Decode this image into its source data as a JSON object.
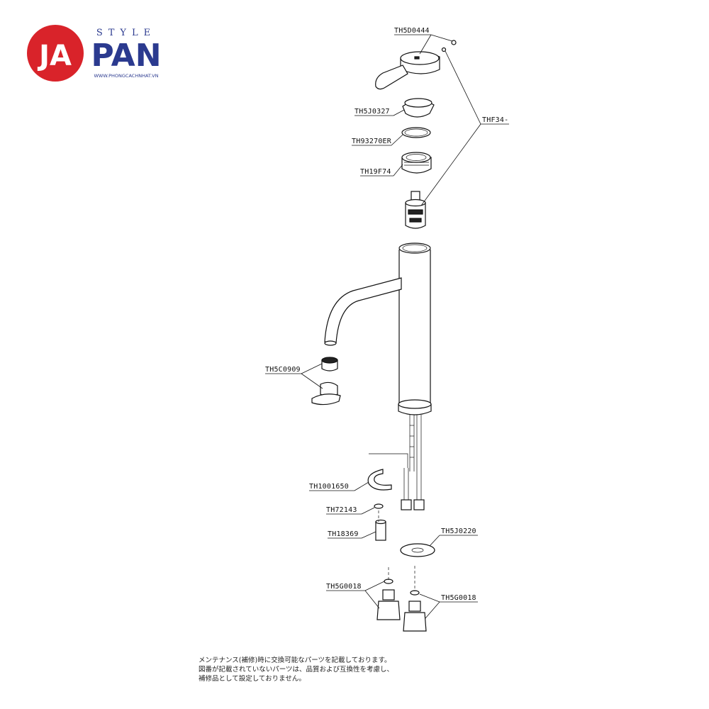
{
  "logo": {
    "brand_left": "JA",
    "brand_right": "PAN",
    "style_word": "STYLE",
    "website": "WWW.PHONGCACHNHAT.VN",
    "red": "#d9232a",
    "navy": "#2b3a8f"
  },
  "labels": {
    "handle_screw": "TH5D0444",
    "cartridge": "THF34-",
    "cap": "TH5J0327",
    "ring": "TH93270ER",
    "nut": "TH19F74",
    "aerator": "TH5C0909",
    "clip": "TH1001650",
    "washer": "TH72143",
    "spacer": "TH18369",
    "base_plate": "TH5J0220",
    "valve_left": "TH5G0018",
    "valve_right": "TH5G0018"
  },
  "note": {
    "line1": "メンテナンス(補修)時に交換可能なパーツを記載しております。",
    "line2": "図番が記載されていないパーツは、品質および互換性を考慮し、",
    "line3": "補修品として設定しておりません。"
  }
}
